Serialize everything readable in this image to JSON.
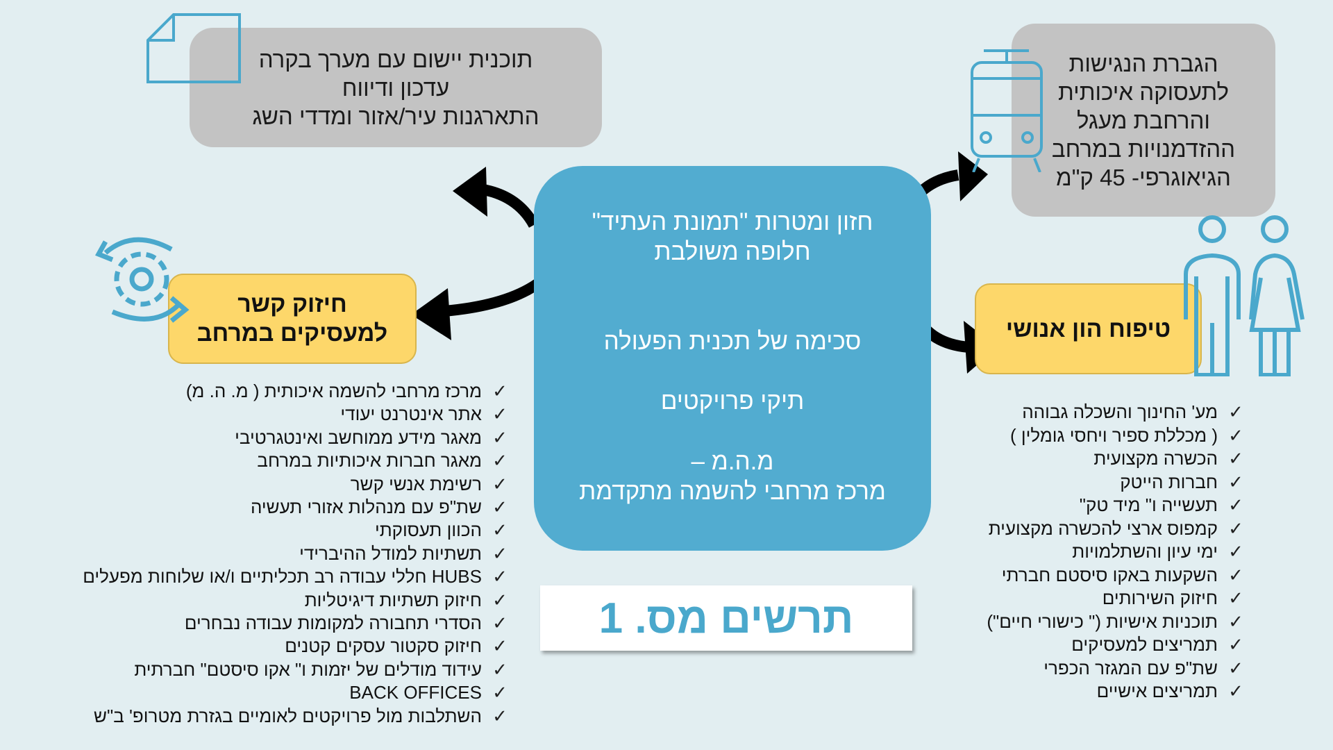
{
  "top_left_box": {
    "lines": [
      "תוכנית יישום עם מערך בקרה",
      "עדכון ודיווח",
      "התארגנות עיר/אזור ומדדי השג"
    ],
    "icon": "document-icon"
  },
  "top_right_box": {
    "lines": [
      "הגברת הנגישות",
      "לתעסוקה איכותית",
      "והרחבת מעגל",
      "ההזדמנויות במרחב",
      "הגיאוגרפי- 45 ק\"מ"
    ],
    "icon": "tram-icon"
  },
  "center_box": {
    "vision": [
      "חזון ומטרות \"תמונת העתיד\"",
      "חלופה משולבת"
    ],
    "summary": "סכימה של תכנית הפעולה",
    "projects": "תיקי פרויקטים",
    "center": [
      "מ.ה.מ –",
      "מרכז מרחבי להשמה מתקדמת"
    ]
  },
  "left_yellow": {
    "lines": [
      "חיזוק קשר",
      "למעסיקים במרחב"
    ],
    "icon": "gear-cycle-icon"
  },
  "right_yellow": {
    "lines": [
      "טיפוח הון אנושי"
    ],
    "icon": "people-icon"
  },
  "title": "תרשים מס. 1",
  "check_symbol": "✓",
  "left_list": [
    "מרכז מרחבי להשמה איכותית ( מ. ה. מ)",
    "אתר אינטרנט יעודי",
    "מאגר מידע ממוחשב ואינטגרטיבי",
    "מאגר חברות איכותיות במרחב",
    "רשימת אנשי קשר",
    "שת\"פ עם מנהלות אזורי תעשיה",
    "הכוון תעסוקתי",
    "תשתיות למודל ההיברידי",
    "HUBS חללי עבודה רב תכליתיים ו/או שלוחות מפעלים",
    "חיזוק תשתיות דיגיטליות",
    "הסדרי תחבורה למקומות עבודה נבחרים",
    "חיזוק סקטור עסקים קטנים",
    "עידוד מודלים של יזמות ו\" אקו סיסטם\" חברתית",
    "BACK OFFICES",
    "השתלבות מול פרויקטים לאומיים בגזרת מטרופ' ב\"ש"
  ],
  "right_list": [
    "מע' החינוך והשכלה גבוהה",
    "( מכללת ספיר ויחסי גומלין )",
    "הכשרה מקצועית",
    "חברות הייטק",
    "תעשייה ו\" מיד טק\"",
    "קמפוס ארצי להכשרה מקצועית",
    "ימי עיון והשתלמויות",
    "השקעות באקו סיסטם חברתי",
    "חיזוק השירותים",
    "תוכניות אישיות (\" כישורי חיים\")",
    "תמריצים למעסיקים",
    "שת\"פ עם המגזר הכפרי",
    "תמריצים אישיים"
  ],
  "colors": {
    "background": "#e2eef1",
    "blue": "#52acd0",
    "yellow": "#fdd76a",
    "gray": "#c3c3c3",
    "icon": "#4aa8cc"
  }
}
